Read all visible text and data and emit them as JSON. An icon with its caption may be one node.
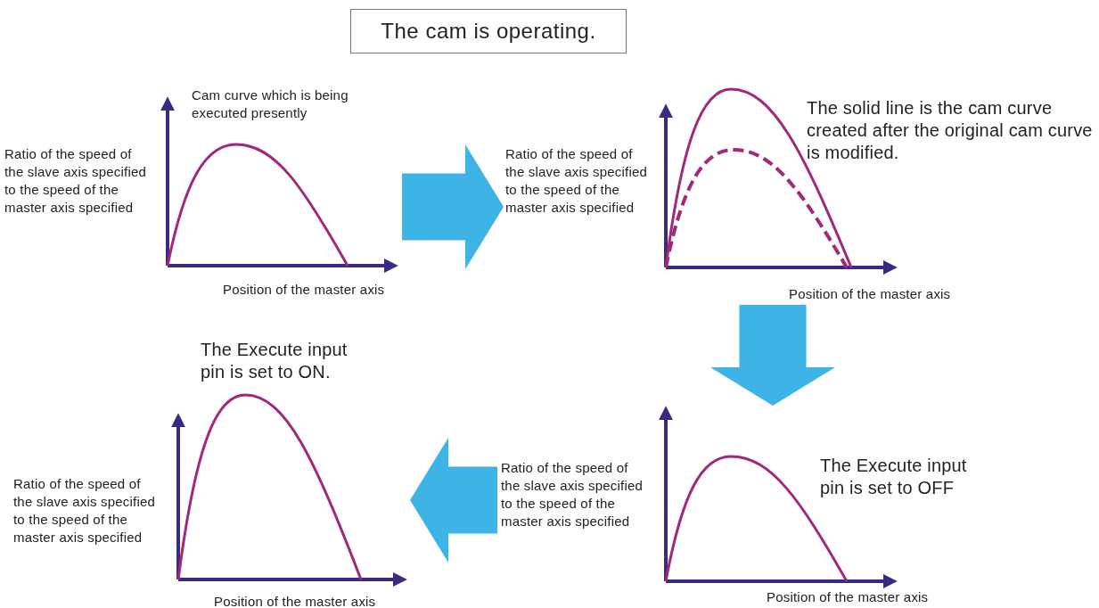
{
  "diagram": {
    "nodes": [
      {
        "text": [
          "The cam is operating."
        ]
      },
      {
        "text": [
          "Cam curve which is being executed presently",
          "Ratio of the speed of the slave axis specified to the speed of the master axis specified",
          "Position of the master axis"
        ]
      },
      {
        "text": [
          "The solid line is the cam curve created after the original cam curve is modified.",
          "Ratio of the speed of the slave axis specified to the speed of the master axis specified",
          "Position of the master axis"
        ]
      },
      {
        "text": [
          "The Execute input pin is set to ON.",
          "Ratio of the speed of the slave axis specified to the speed of the master axis specified",
          "Position of the master axis"
        ]
      },
      {
        "text": [
          "Ratio of the speed of the slave axis specified to the speed of the master axis specified",
          "The Execute input pin is set to OFF",
          "Position of the master axis"
        ]
      }
    ],
    "edges": [
      {
        "from": 1,
        "to": 2,
        "arrow": "to"
      },
      {
        "from": 2,
        "to": 4,
        "arrow": "to"
      },
      {
        "from": 4,
        "to": 3,
        "arrow": "to"
      }
    ]
  }
}
